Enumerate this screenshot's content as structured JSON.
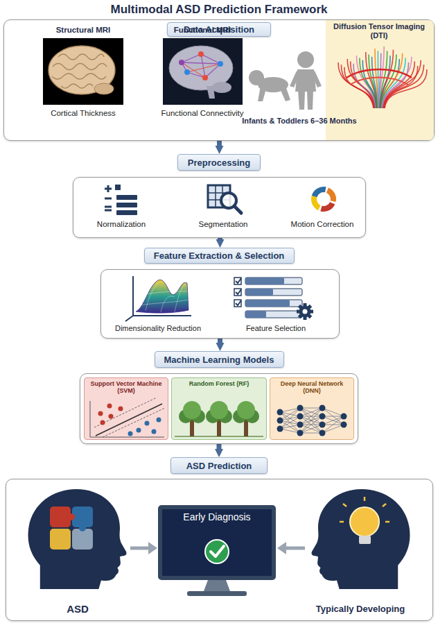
{
  "diagram": {
    "title": "Multimodal ASD Prediction Framework",
    "nodes": [
      {
        "text": [
          "Data Acquisition",
          "Structural MRI",
          "Cortical Thickness",
          "Functional MRI",
          "Functional Connectivity",
          "Infants & Toddlers 6–36 Months",
          "Diffusion Tensor Imaging (DTI)"
        ]
      },
      {
        "text": [
          "Preprocessing",
          "Normalization",
          "Segmentation",
          "Motion Correction"
        ]
      },
      {
        "text": [
          "Feature Extraction & Selection",
          "Dimensionality Reduction",
          "Feature Selection"
        ]
      },
      {
        "text": [
          "Machine Learning Models"
        ]
      },
      {
        "text": [
          "Support Vector Machine (SVM)"
        ],
        "in": 3
      },
      {
        "text": [
          "Random Forest (RF)"
        ],
        "in": 3
      },
      {
        "text": [
          "Deep Neural Network (DNN)"
        ],
        "in": 3
      },
      {
        "text": [
          "ASD Prediction",
          "ASD",
          "Typically Developing"
        ]
      },
      {
        "text": [
          "Early Diagnosis"
        ],
        "in": 7
      }
    ],
    "edges": [
      {
        "from": 0,
        "to": 1,
        "arrow": "to"
      },
      {
        "from": 1,
        "to": 2,
        "arrow": "to"
      },
      {
        "from": 2,
        "to": 3,
        "arrow": "to"
      },
      {
        "from": 3,
        "to": 7,
        "arrow": "to"
      }
    ]
  }
}
